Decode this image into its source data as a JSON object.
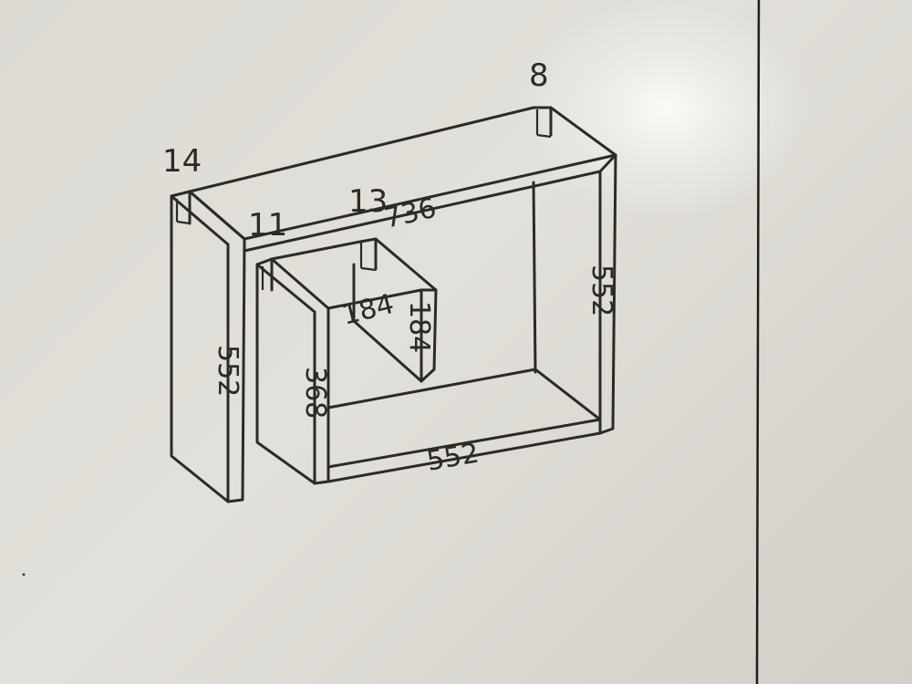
{
  "part_labels": {
    "part_14": "14",
    "part_11": "11",
    "part_13": "13",
    "part_8": "8"
  },
  "dimensions": {
    "top_width": "736",
    "left_side_height": "552",
    "right_side_height": "552",
    "bottom_width": "552",
    "inner_box_height": "368",
    "inner_box_depth": "184",
    "inner_box_side": "184"
  }
}
